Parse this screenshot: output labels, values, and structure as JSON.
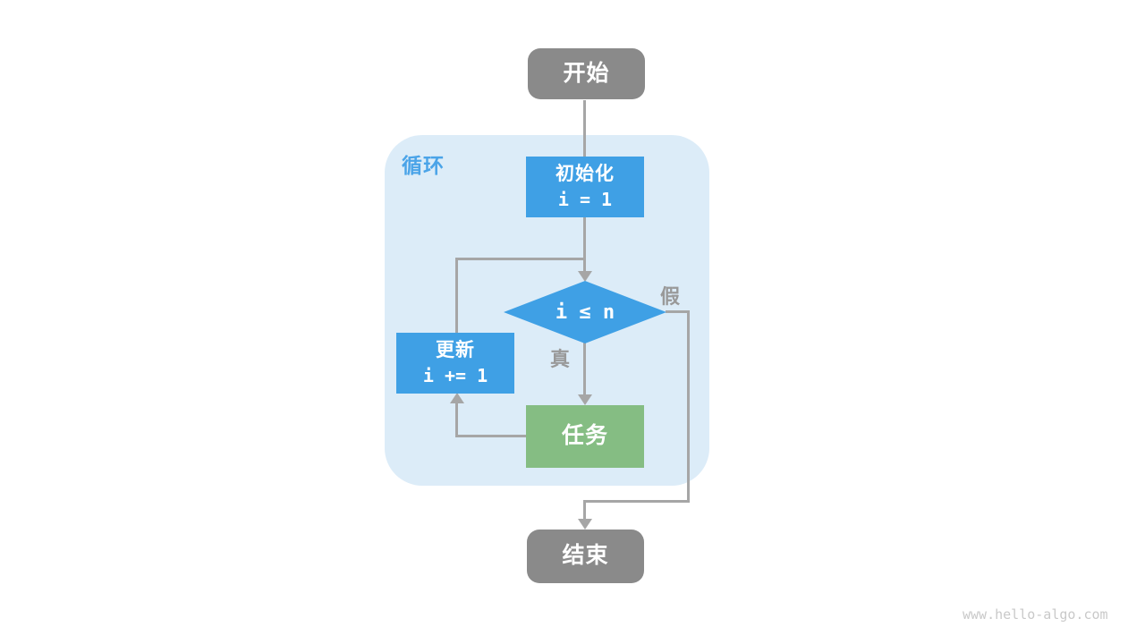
{
  "diagram": {
    "container": {
      "label": "循环"
    },
    "nodes": {
      "start": {
        "label": "开始"
      },
      "init": {
        "title": "初始化",
        "code": "i = 1"
      },
      "condition": {
        "code": "i ≤ n"
      },
      "update": {
        "title": "更新",
        "code": "i += 1"
      },
      "task": {
        "label": "任务"
      },
      "end": {
        "label": "结束"
      }
    },
    "edge_labels": {
      "true_branch": "真",
      "false_branch": "假"
    },
    "colors": {
      "terminal_gray": "#8a8a8a",
      "process_blue": "#3fa0e5",
      "task_green": "#85bd83",
      "container_bg": "#dcecf8",
      "loop_label_blue": "#4ba4e8",
      "line_gray": "#a6a6a6",
      "edge_label_gray": "#999999",
      "watermark_gray": "#c9c9c9"
    },
    "watermark": "www.hello-algo.com"
  }
}
